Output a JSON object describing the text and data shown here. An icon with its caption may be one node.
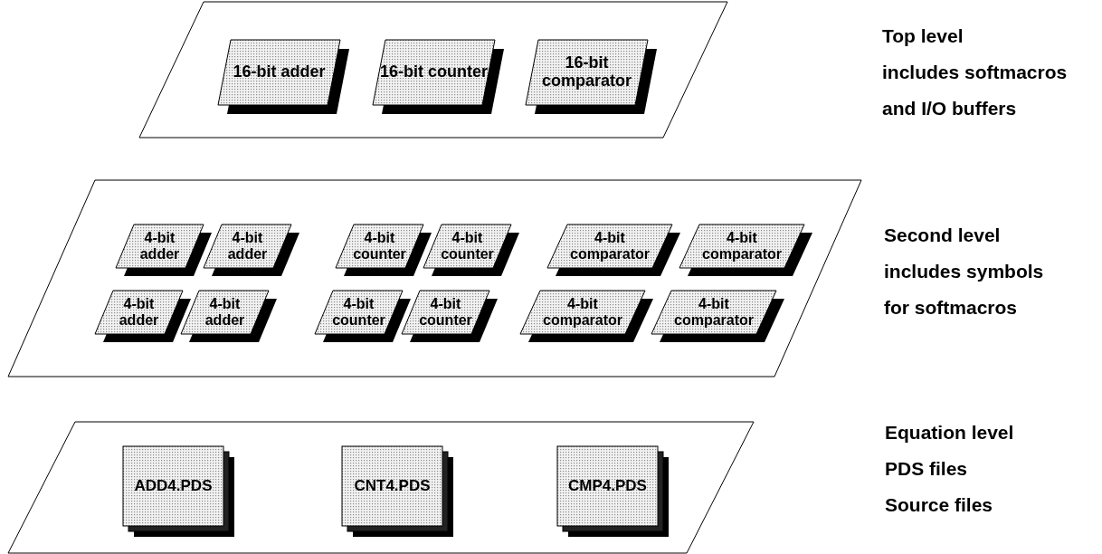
{
  "diagram": {
    "nodes": [
      {
        "text": [],
        "shape": "parallelogram",
        "beside": [
          "Top level",
          "includes softmacros",
          "and I/O buffers"
        ]
      },
      {
        "text": [
          "16-bit adder"
        ],
        "in": 0
      },
      {
        "text": [
          "16-bit counter"
        ],
        "in": 0
      },
      {
        "text": [
          "16-bit comparator"
        ],
        "in": 0
      },
      {
        "text": [],
        "shape": "parallelogram",
        "beside": [
          "Second level",
          "includes symbols",
          "for softmacros"
        ]
      },
      {
        "text": [
          "4-bit adder"
        ],
        "in": 4
      },
      {
        "text": [
          "4-bit adder"
        ],
        "in": 4
      },
      {
        "text": [
          "4-bit counter"
        ],
        "in": 4
      },
      {
        "text": [
          "4-bit counter"
        ],
        "in": 4
      },
      {
        "text": [
          "4-bit comparator"
        ],
        "in": 4
      },
      {
        "text": [
          "4-bit comparator"
        ],
        "in": 4
      },
      {
        "text": [
          "4-bit adder"
        ],
        "in": 4
      },
      {
        "text": [
          "4-bit adder"
        ],
        "in": 4
      },
      {
        "text": [
          "4-bit counter"
        ],
        "in": 4
      },
      {
        "text": [
          "4-bit counter"
        ],
        "in": 4
      },
      {
        "text": [
          "4-bit comparator"
        ],
        "in": 4
      },
      {
        "text": [
          "4-bit comparator"
        ],
        "in": 4
      },
      {
        "text": [],
        "shape": "parallelogram",
        "beside": [
          "Equation level",
          "PDS files",
          "Source files"
        ]
      },
      {
        "text": [
          "ADD4.PDS"
        ],
        "in": 17
      },
      {
        "text": [
          "CNT4.PDS"
        ],
        "in": 17
      },
      {
        "text": [
          "CMP4.PDS"
        ],
        "in": 17
      }
    ]
  }
}
